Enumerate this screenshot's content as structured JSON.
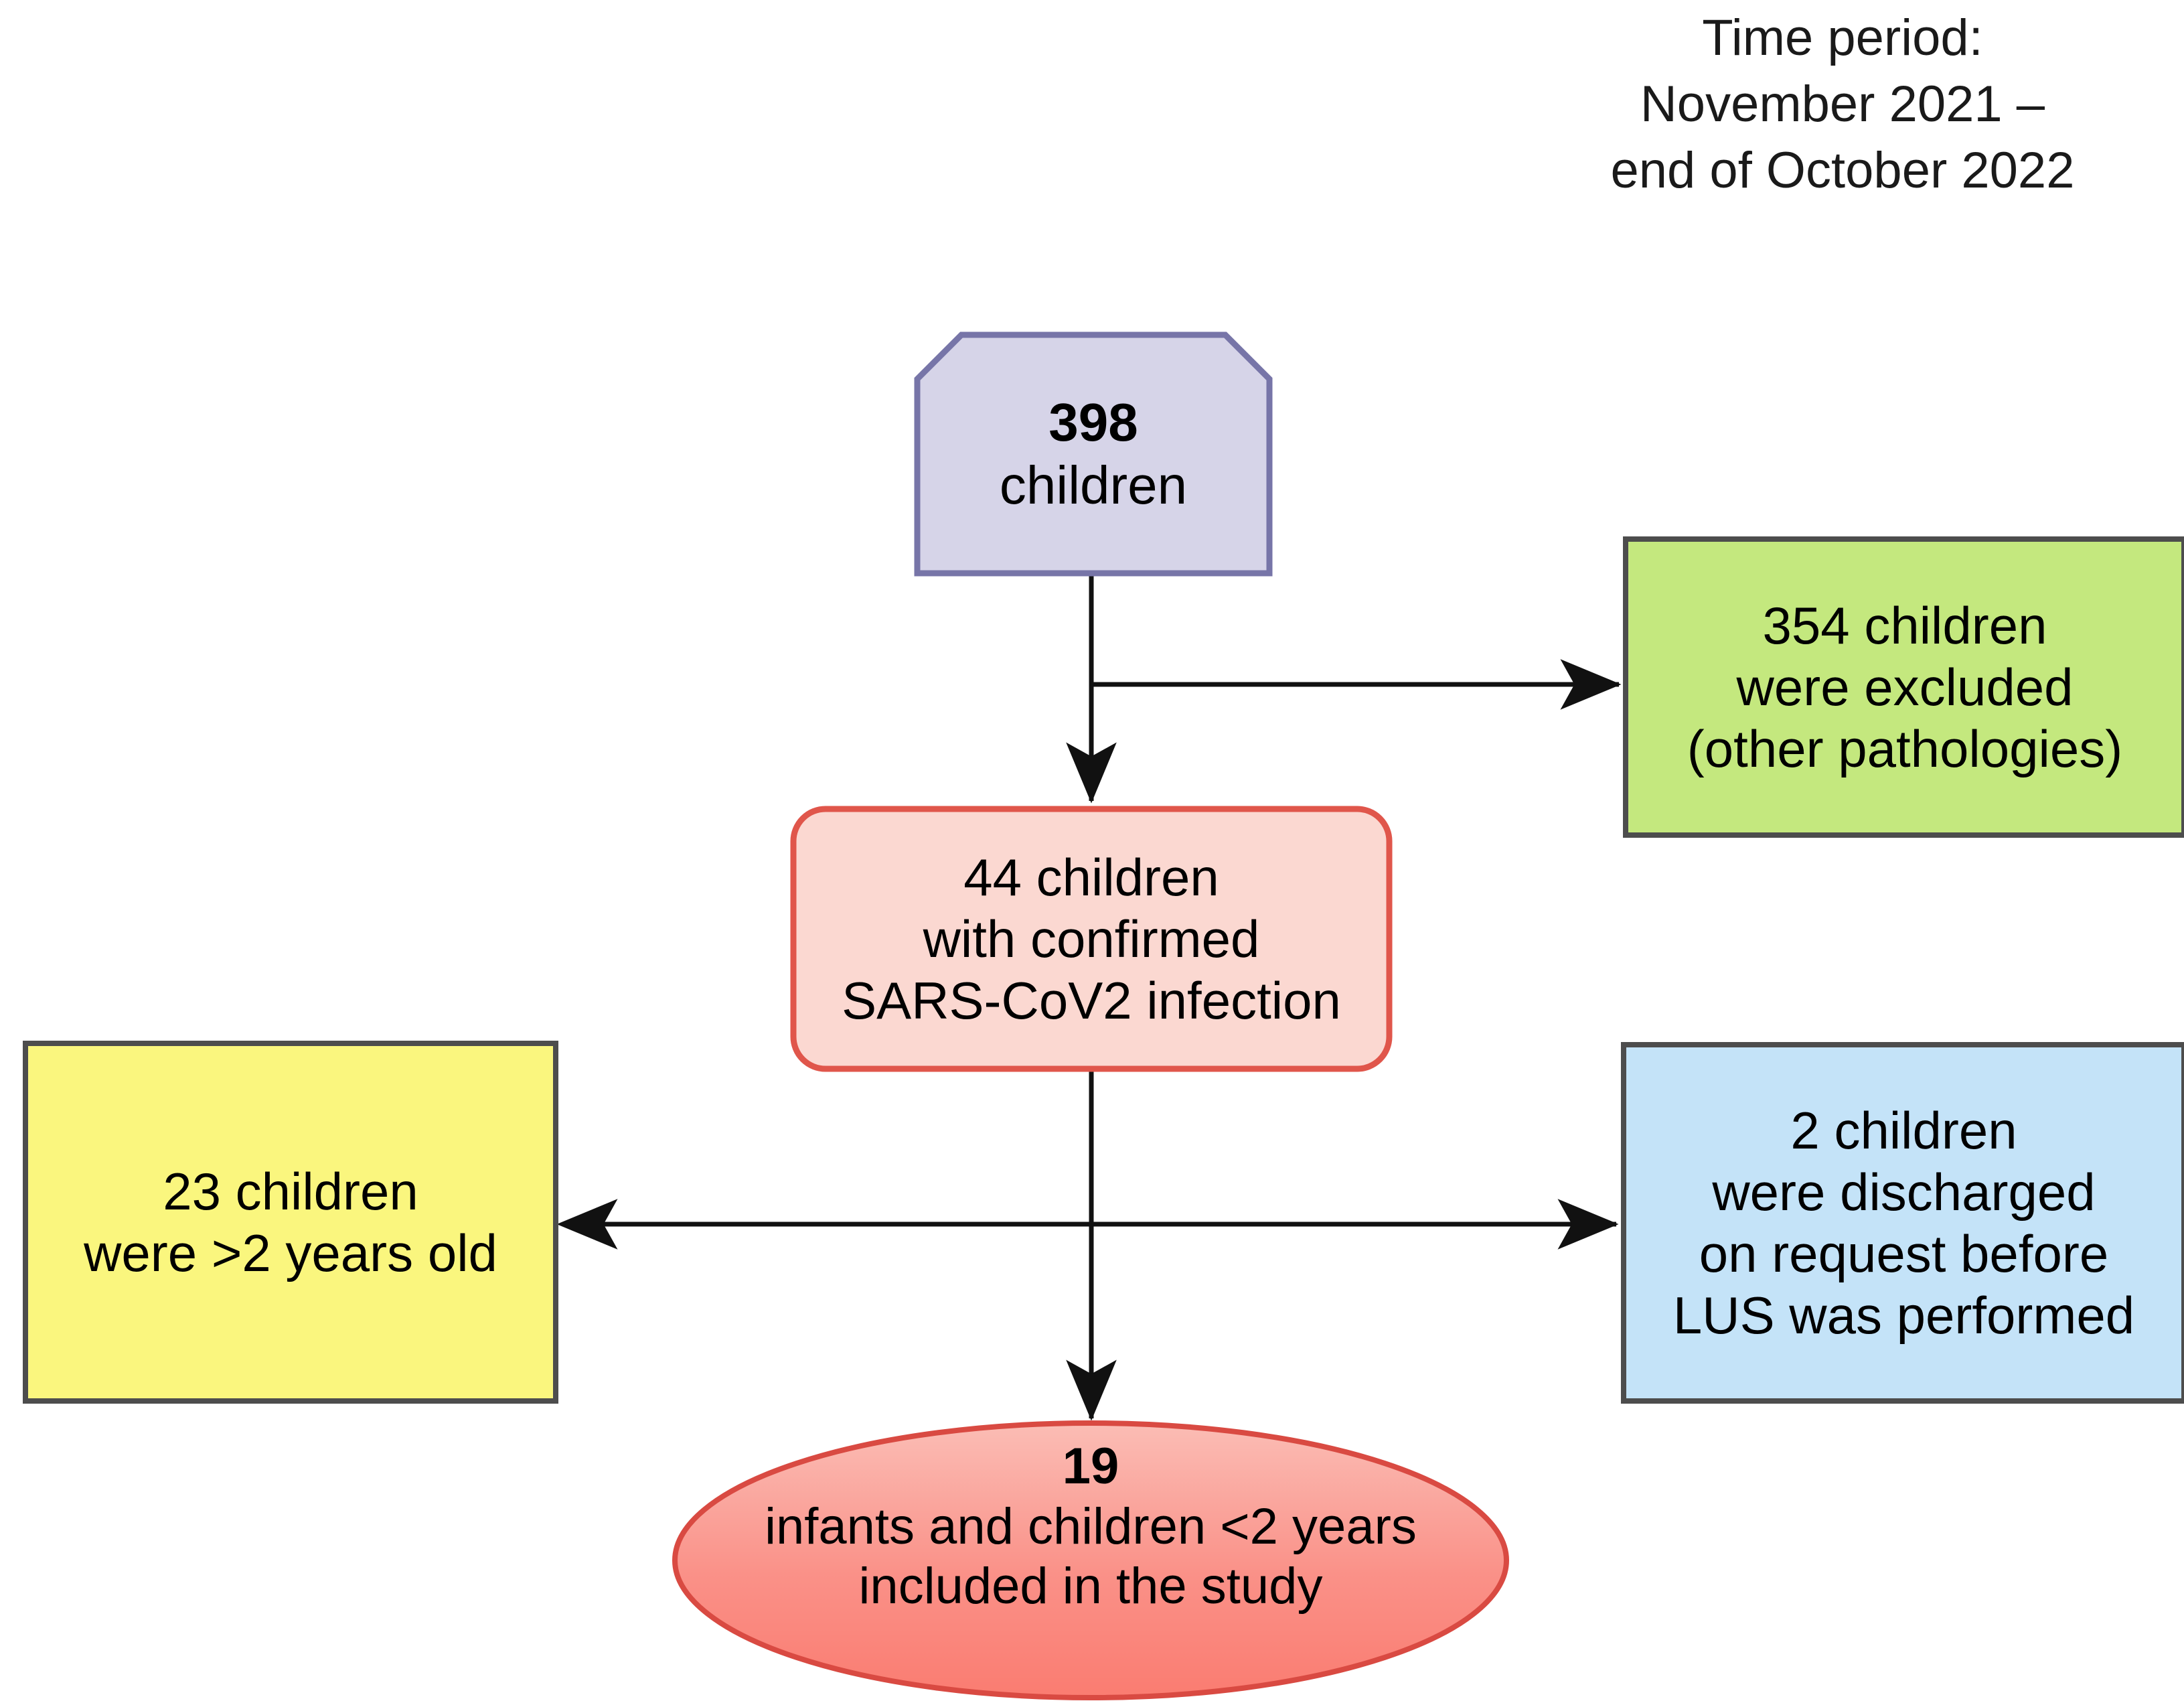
{
  "caption": {
    "line1": "Time period:",
    "line2": "November 2021 –",
    "line3": "end of October 2022"
  },
  "nodes": {
    "enrolled": {
      "shape": "octagon",
      "count": "398",
      "label": "children",
      "fill": "#D6D4E8",
      "stroke": "#7775A8"
    },
    "excluded": {
      "shape": "rectangle",
      "line1": "354 children",
      "line2": "were excluded",
      "line3": "(other pathologies)",
      "fill": "#C4E87E",
      "stroke": "#4D4D4D"
    },
    "confirmed": {
      "shape": "rounded-rectangle",
      "line1": "44 children",
      "line2": "with confirmed",
      "line3": "SARS-CoV2 infection",
      "fill": "#FBD8D1",
      "stroke": "#E0564B"
    },
    "older": {
      "shape": "rectangle",
      "line1": "23 children",
      "line2": "were >2 years old",
      "fill": "#FAF67E",
      "stroke": "#4D4D4D"
    },
    "discharged": {
      "shape": "rectangle",
      "line1": "2 children",
      "line2": "were discharged",
      "line3": "on request before",
      "line4": "LUS was performed",
      "fill": "#C4E3F8",
      "stroke": "#4D4D4D"
    },
    "included": {
      "shape": "ellipse",
      "count": "19",
      "line1": "infants and children <2 years",
      "line2": "included in the study",
      "fill_top": "#FBBDB5",
      "fill_bottom": "#FA7C71",
      "stroke": "#D94A42"
    }
  },
  "arrows": {
    "enrolled_to_confirmed": "down",
    "enrolled_to_excluded": "right",
    "confirmed_to_included": "down",
    "confirmed_to_older": "left",
    "confirmed_to_discharged": "right"
  }
}
